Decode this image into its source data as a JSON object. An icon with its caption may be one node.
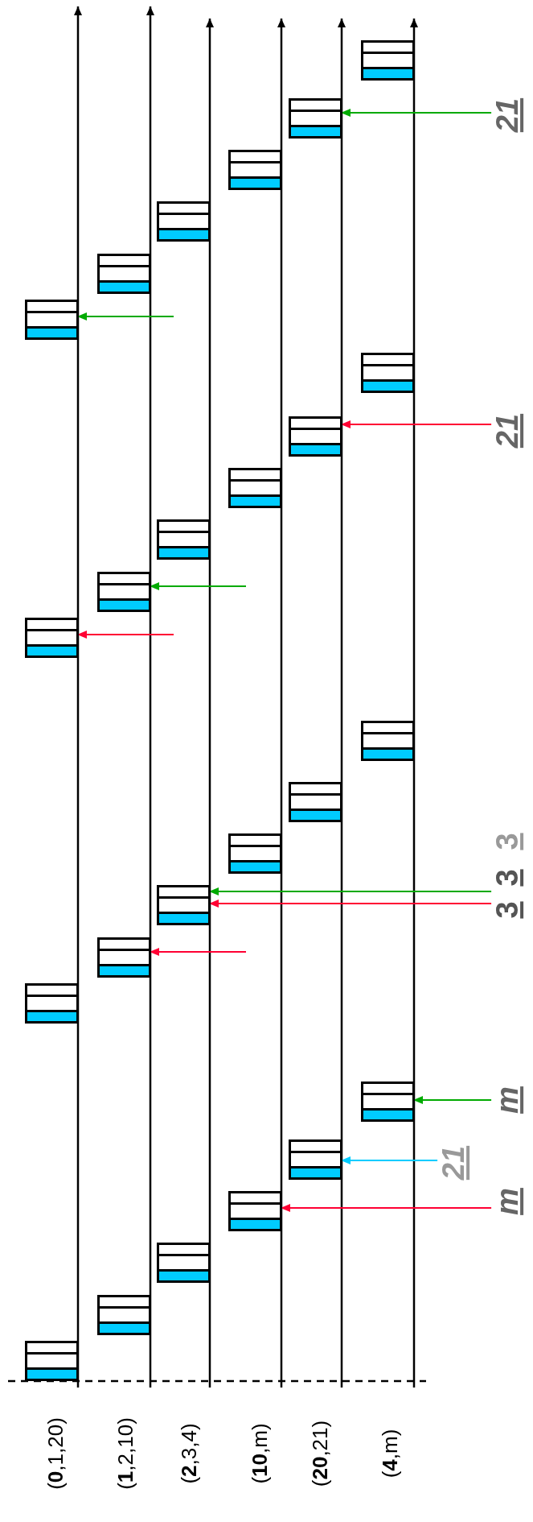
{
  "diagram": {
    "nodes": [
      {
        "text": [],
        "shape": "box"
      },
      {
        "text": [],
        "shape": "box"
      },
      {
        "text": [],
        "shape": "box"
      },
      {
        "text": [],
        "shape": "box"
      },
      {
        "text": [],
        "shape": "box"
      },
      {
        "text": [],
        "shape": "box"
      },
      {
        "text": [],
        "shape": "box"
      },
      {
        "text": [],
        "shape": "box"
      },
      {
        "text": [],
        "shape": "box"
      },
      {
        "text": [],
        "shape": "box"
      },
      {
        "text": [],
        "shape": "box"
      },
      {
        "text": [],
        "shape": "box"
      },
      {
        "text": [],
        "shape": "box"
      },
      {
        "text": [],
        "shape": "box"
      },
      {
        "text": [],
        "shape": "box"
      },
      {
        "text": [],
        "shape": "box"
      },
      {
        "text": [],
        "shape": "box"
      },
      {
        "text": [],
        "shape": "box"
      },
      {
        "text": [],
        "shape": "box"
      },
      {
        "text": [],
        "shape": "box"
      },
      {
        "text": [],
        "shape": "box"
      },
      {
        "text": [],
        "shape": "box"
      },
      {
        "text": [],
        "shape": "box"
      },
      {
        "text": [],
        "shape": "box"
      },
      {
        "text": [
          "21"
        ]
      },
      {
        "text": [
          "21"
        ]
      },
      {
        "text": [
          "3"
        ]
      },
      {
        "text": [
          "3"
        ]
      },
      {
        "text": [
          "m"
        ]
      },
      {
        "text": [
          "21"
        ]
      },
      {
        "text": [
          "m"
        ]
      }
    ],
    "edges": [
      {
        "from": null,
        "to": 0,
        "arrow": "to",
        "color": "#00aa00"
      },
      {
        "from": null,
        "to": 1,
        "arrow": "to",
        "color": "#ff0033"
      },
      {
        "from": null,
        "to": 5,
        "arrow": "to",
        "color": "#00aa00"
      },
      {
        "from": null,
        "to": 6,
        "arrow": "to",
        "color": "#ff0033"
      },
      {
        "from": 24,
        "to": 16,
        "arrow": "to",
        "color": "#00aa00"
      },
      {
        "from": 25,
        "to": 17,
        "arrow": "to",
        "color": "#ff0033"
      },
      {
        "from": 26,
        "to": 10,
        "arrow": "to",
        "color": "#00aa00"
      },
      {
        "from": 27,
        "to": 10,
        "arrow": "to",
        "color": "#ff0033"
      },
      {
        "from": 28,
        "to": 23,
        "arrow": "to",
        "color": "#00aa00"
      },
      {
        "from": 29,
        "to": 19,
        "arrow": "to",
        "color": "#00ccff"
      },
      {
        "from": 30,
        "to": 15,
        "arrow": "to",
        "color": "#ff0033"
      }
    ],
    "labels": [
      "(**0**,1,20)",
      "(**1**,2,10)",
      "(**2**,3,4)",
      "(**10**,m)",
      "(**20**,21)",
      "(**4**,m)",
      "3"
    ]
  }
}
